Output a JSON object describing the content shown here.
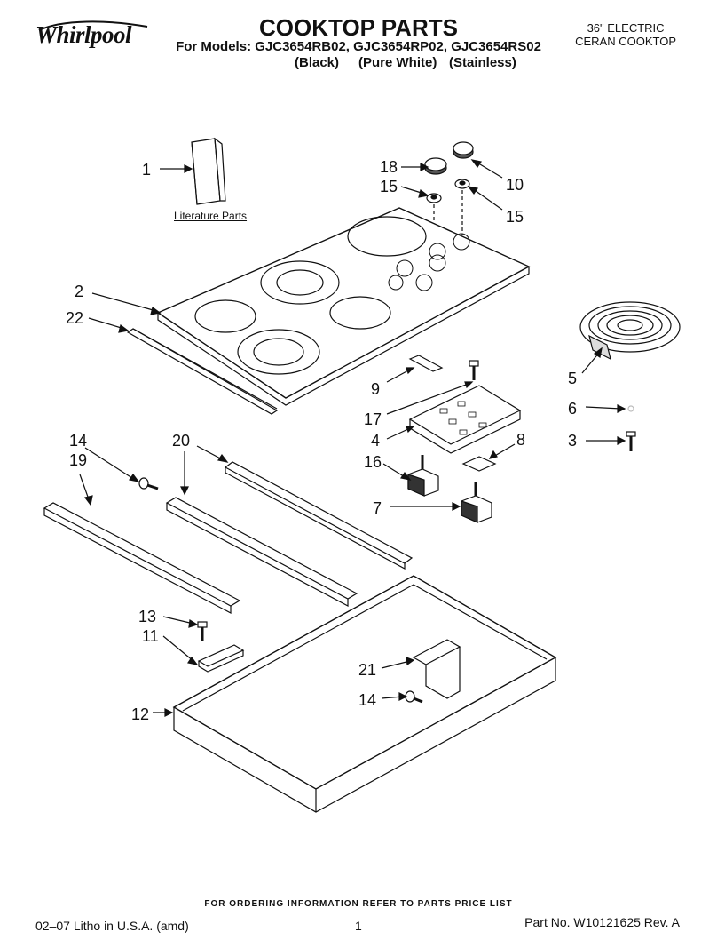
{
  "header": {
    "brand": "Whirlpool",
    "title": "COOKTOP PARTS",
    "models_line": "For Models: GJC3654RB02, GJC3654RP02, GJC3654RS02",
    "finishes": [
      "(Black)",
      "(Pure White)",
      "(Stainless)"
    ],
    "corner_line1": "36\" ELECTRIC",
    "corner_line2": "CERAN COOKTOP"
  },
  "diagram": {
    "literature_label": "Literature Parts",
    "callouts": [
      "1",
      "18",
      "10",
      "15",
      "15",
      "2",
      "22",
      "5",
      "9",
      "6",
      "17",
      "4",
      "3",
      "8",
      "16",
      "7",
      "14",
      "20",
      "19",
      "13",
      "11",
      "21",
      "14",
      "12"
    ]
  },
  "footer": {
    "ordering_info": "FOR ORDERING INFORMATION REFER TO PARTS PRICE LIST",
    "litho": "02–07 Litho in U.S.A. (amd)",
    "page_number": "1",
    "part_number": "Part No. W10121625 Rev. A"
  }
}
